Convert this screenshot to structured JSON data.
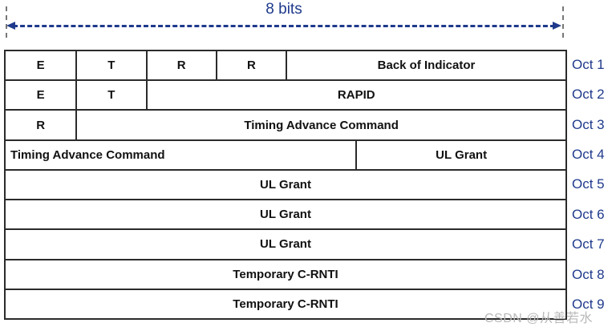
{
  "header": {
    "bits_label": "8 bits"
  },
  "colors": {
    "accent_navy": "#1F3A8C",
    "border": "#2B2B2B",
    "cell_text": "#111111",
    "watermark_gray": "#B9B9B9"
  },
  "table": {
    "rows": [
      {
        "cells": [
          {
            "label": "E",
            "bits": 1
          },
          {
            "label": "T",
            "bits": 1
          },
          {
            "label": "R",
            "bits": 1
          },
          {
            "label": "R",
            "bits": 1
          },
          {
            "label": "Back of Indicator",
            "bits": 4
          }
        ]
      },
      {
        "cells": [
          {
            "label": "E",
            "bits": 1
          },
          {
            "label": "T",
            "bits": 1
          },
          {
            "label": "RAPID",
            "bits": 6
          }
        ]
      },
      {
        "cells": [
          {
            "label": "R",
            "bits": 1
          },
          {
            "label": "Timing Advance Command",
            "bits": 7
          }
        ]
      },
      {
        "cells": [
          {
            "label": "Timing Advance Command",
            "bits": 5
          },
          {
            "label": "UL Grant",
            "bits": 3
          }
        ]
      },
      {
        "cells": [
          {
            "label": "UL Grant",
            "bits": 8
          }
        ]
      },
      {
        "cells": [
          {
            "label": "UL Grant",
            "bits": 8
          }
        ]
      },
      {
        "cells": [
          {
            "label": "UL Grant",
            "bits": 8
          }
        ]
      },
      {
        "cells": [
          {
            "label": "Temporary C-RNTI",
            "bits": 8
          }
        ]
      },
      {
        "cells": [
          {
            "label": "Temporary C-RNTI",
            "bits": 8
          }
        ]
      }
    ]
  },
  "octet_labels": [
    "Oct 1",
    "Oct 2",
    "Oct 3",
    "Oct 4",
    "Oct 5",
    "Oct 6",
    "Oct 7",
    "Oct 8",
    "Oct 9"
  ],
  "watermark": {
    "text": "CSDN @从善若水"
  }
}
